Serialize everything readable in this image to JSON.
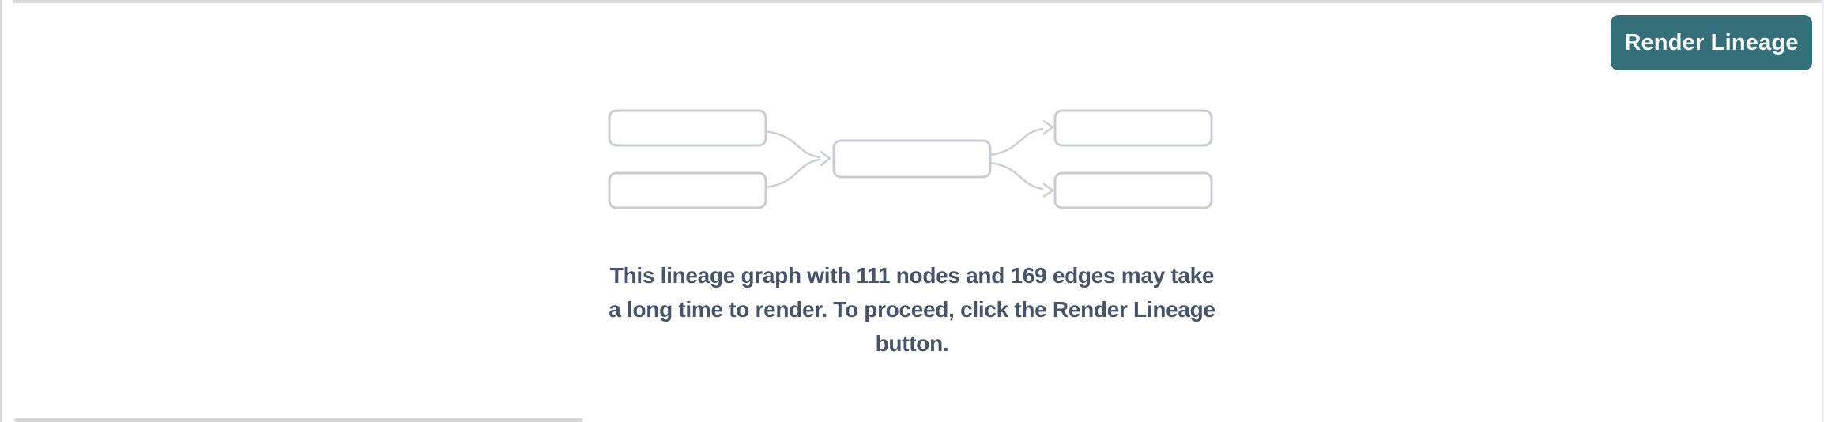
{
  "header": {
    "render_button_label": "Render Lineage"
  },
  "message": {
    "full_text": "This lineage graph with 111 nodes and 169 edges may take a long time to render. To proceed, click the Render Lineage button.",
    "lines": [
      "This lineage graph with 111 nodes and 169 edges may take",
      "a long time to render. To proceed, click the Render Lineage",
      "button."
    ],
    "node_count": "111",
    "edge_count": "169"
  },
  "illustration": {
    "name": "lineage-graph-placeholder",
    "node_boxes": 5,
    "edge_arrows": 4
  },
  "colors": {
    "accent_teal": "#35707A",
    "message_text": "#475467",
    "node_border": "#C7CBD3",
    "edge_stroke": "#C9CDD5",
    "panel_border": "#D8D8DB"
  }
}
